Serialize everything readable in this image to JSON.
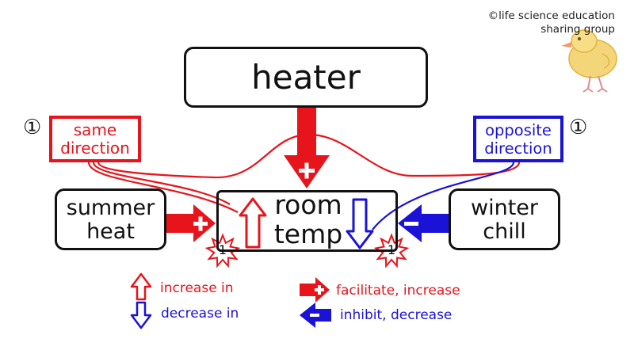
{
  "credit": {
    "line1": "©life science education",
    "line2": "sharing group"
  },
  "nodes": {
    "heater": "heater",
    "summer": {
      "line1": "summer",
      "line2": "heat"
    },
    "room": {
      "line1": "room",
      "line2": "temp"
    },
    "winter": {
      "line1": "winter",
      "line2": "chill"
    }
  },
  "tags": {
    "same": {
      "line1": "same",
      "line2": "direction",
      "marker": "①"
    },
    "opposite": {
      "line1": "opposite",
      "line2": "direction",
      "marker": "①"
    }
  },
  "delay_markers": {
    "left": "1",
    "right": "1"
  },
  "legend": {
    "increase_in": "increase in",
    "decrease_in": "decrease in",
    "facilitate": "facilitate, increase",
    "inhibit": "inhibit, decrease"
  },
  "icons": {
    "increase": "hollow-up-arrow-icon",
    "decrease": "hollow-down-arrow-icon",
    "facilitate": "plus-arrow-icon",
    "inhibit": "minus-arrow-icon",
    "delay": "starburst-icon",
    "mascot": "chick-icon"
  },
  "colors": {
    "red": "#e8141b",
    "blue": "#1a12d6",
    "black": "#111111"
  }
}
